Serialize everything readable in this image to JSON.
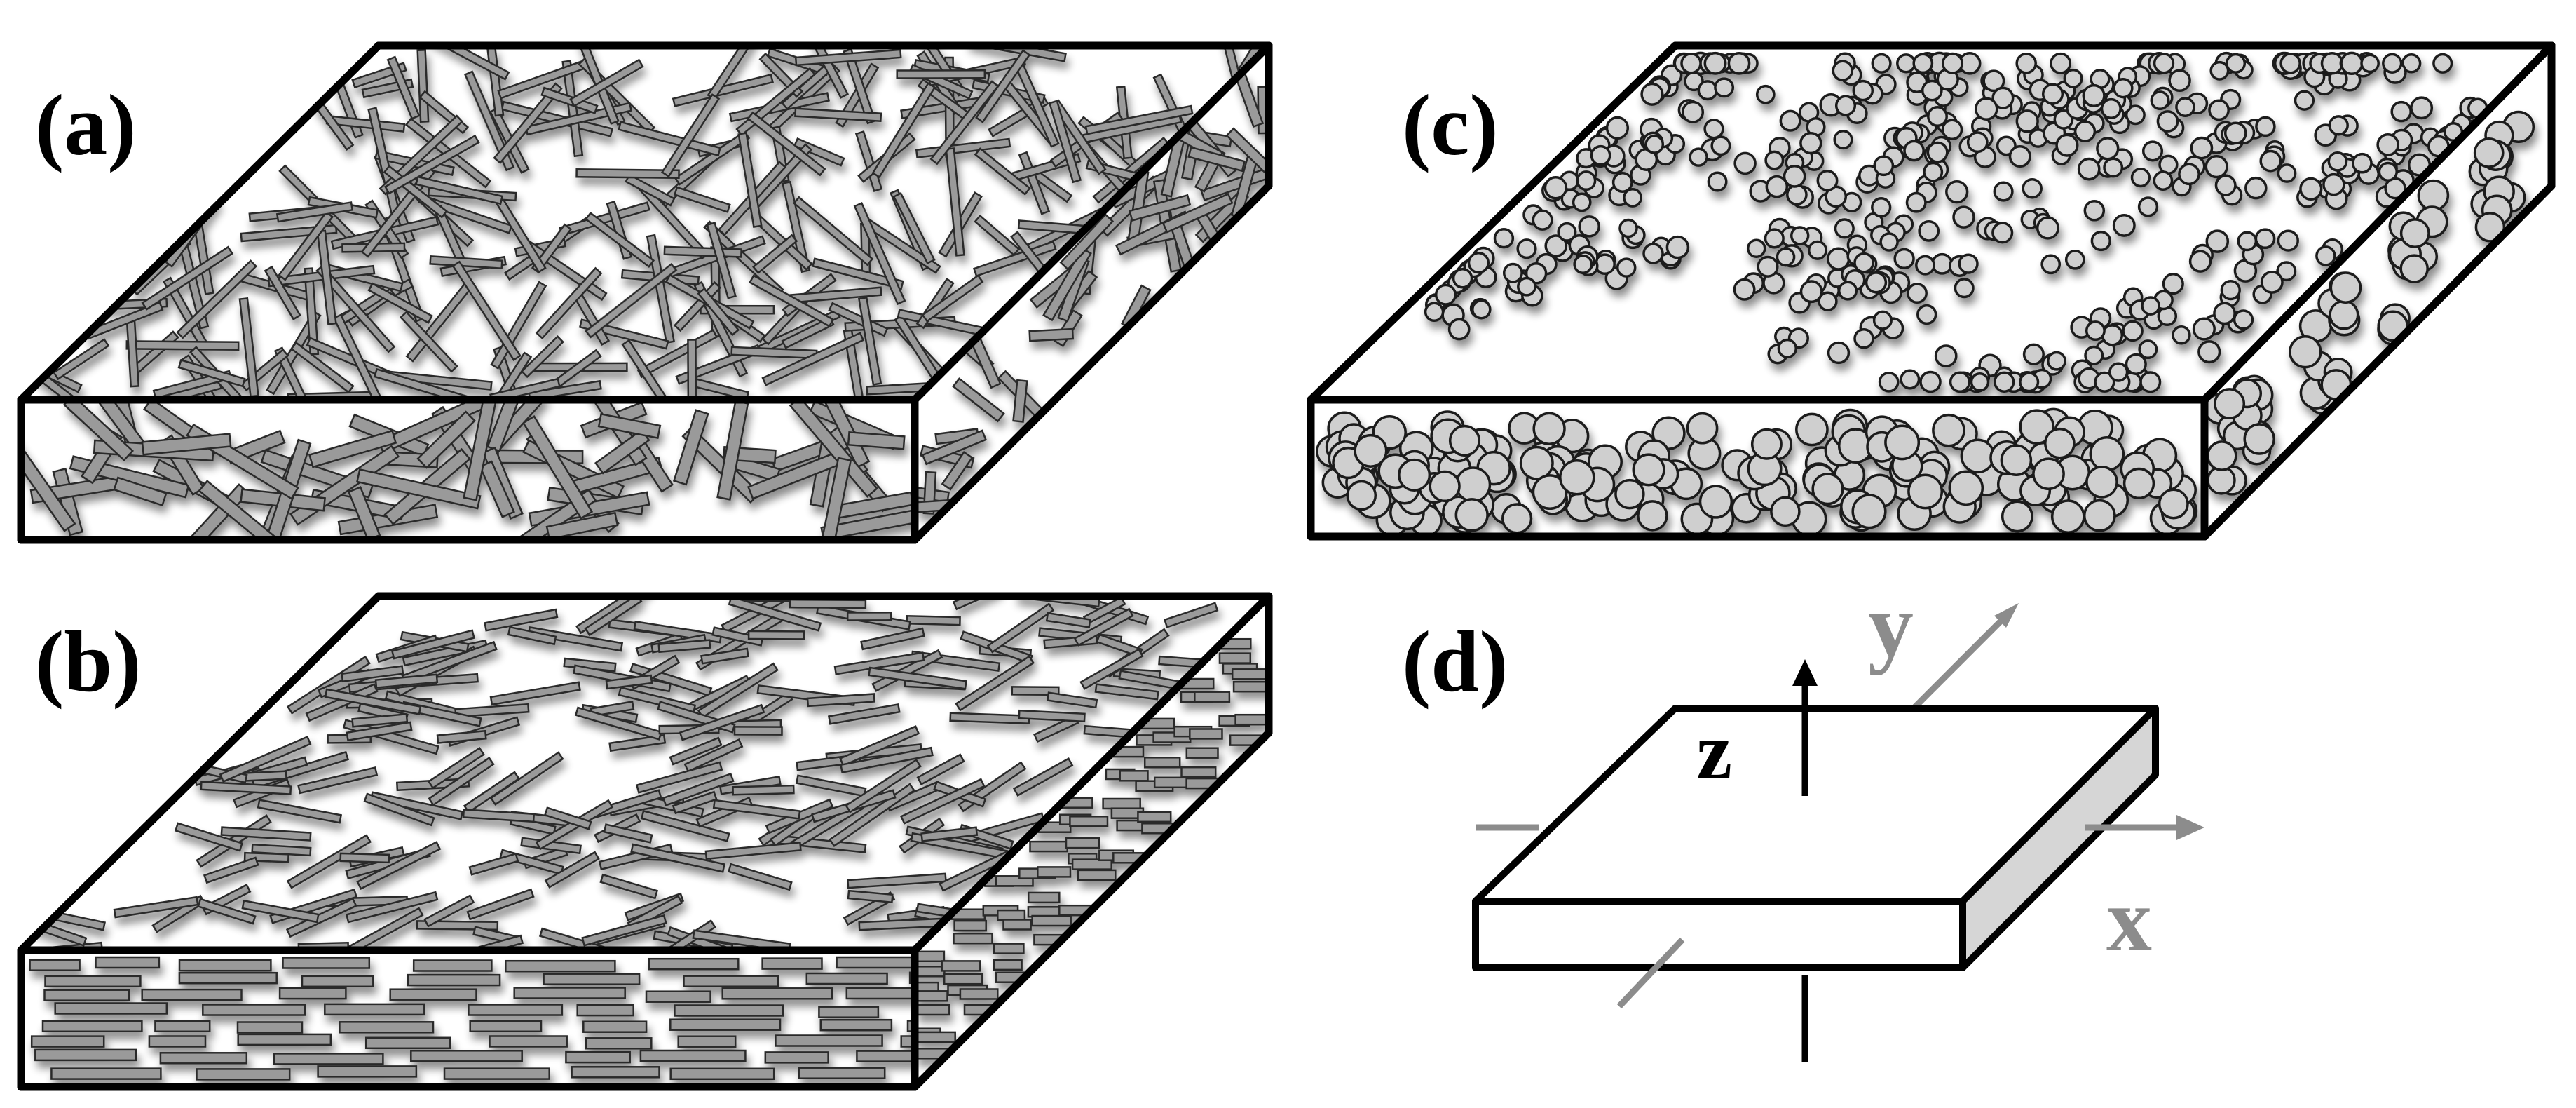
{
  "labels": {
    "a": "(a)",
    "b": "(b)",
    "c": "(c)",
    "d": "(d)"
  },
  "axes": {
    "x": "x",
    "y": "y",
    "z": "z"
  },
  "colors": {
    "outline": "#000000",
    "fiber_fill": "#9a9a9a",
    "particle_fill": "#cfcfcf",
    "axis_gray": "#8c8c8c",
    "side_face_gray": "#d6d6d6",
    "background": "#ffffff"
  },
  "panels": [
    {
      "id": "a",
      "content": "randomly oriented rods (3D)"
    },
    {
      "id": "b",
      "content": "in-plane aligned rods (layered)"
    },
    {
      "id": "c",
      "content": "aggregated spherical particles"
    },
    {
      "id": "d",
      "content": "coordinate system x, y, z"
    }
  ]
}
